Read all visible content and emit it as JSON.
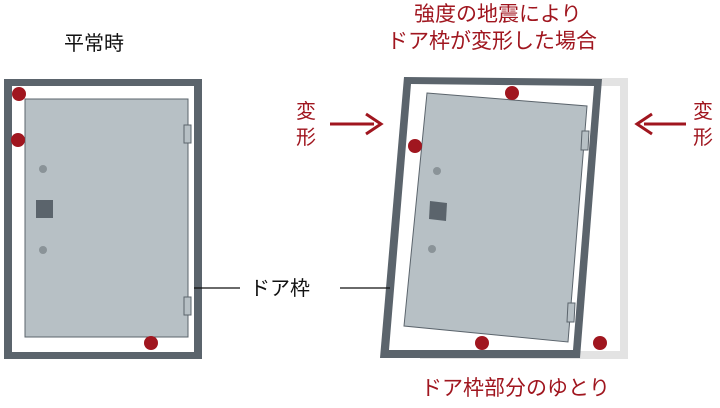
{
  "labels": {
    "normal": "平常時",
    "deformed_line1": "強度の地震により",
    "deformed_line2": "ドア枠が変形した場合",
    "frame": "ドア枠",
    "clearance": "ドア枠部分のゆとり",
    "force_left": "変\n形",
    "force_right": "変\n形"
  },
  "colors": {
    "frame": "#5b646c",
    "door": "#b7c0c5",
    "accent_red": "#a0161f",
    "shadow_frame": "#e3e3e3",
    "text": "#111111"
  }
}
